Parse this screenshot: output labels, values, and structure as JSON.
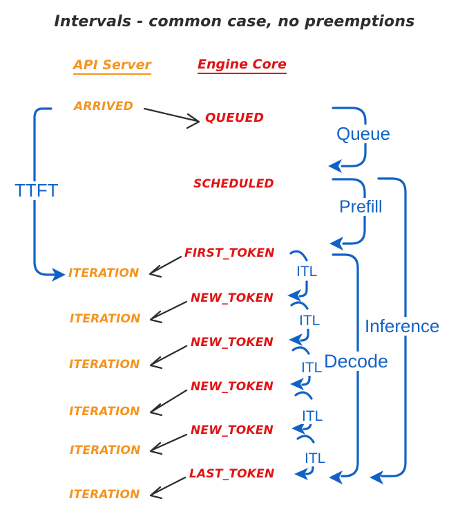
{
  "title": "Intervals - common case, no preemptions",
  "columns": {
    "api_server": "API Server",
    "engine_core": "Engine Core"
  },
  "events": {
    "arrived": "ARRIVED",
    "queued": "QUEUED",
    "scheduled": "SCHEDULED",
    "first_token": "FIRST_TOKEN",
    "new_token": "NEW_TOKEN",
    "last_token": "LAST_TOKEN",
    "iteration": "ITERATION"
  },
  "intervals": {
    "ttft": "TTFT",
    "queue": "Queue",
    "prefill": "Prefill",
    "itl": "ITL",
    "decode": "Decode",
    "inference": "Inference"
  },
  "colors": {
    "api_server": "#F5941F",
    "engine_core": "#E11414",
    "interval": "#1262C6",
    "arrow": "#2E2E2E",
    "background": "#FFFFFF"
  }
}
